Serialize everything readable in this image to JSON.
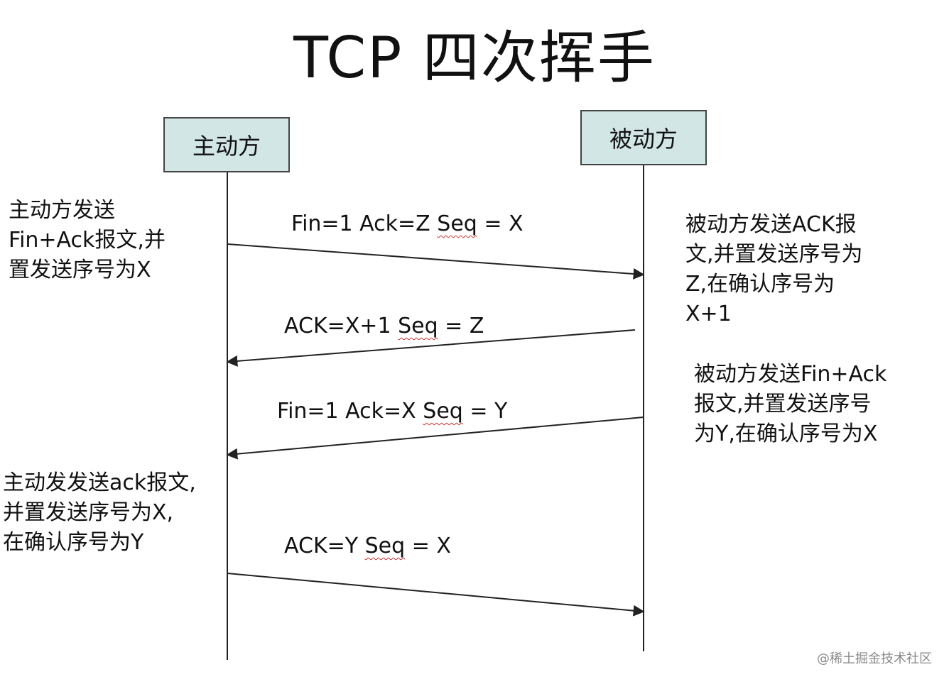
{
  "title": "TCP 四次挥手",
  "participants": {
    "active": "主动方",
    "passive": "被动方"
  },
  "messages": [
    {
      "pre": "Fin=1 Ack=Z ",
      "seq_word": "Seq",
      "post": " = X",
      "direction": "active-to-passive"
    },
    {
      "pre": "ACK=X+1 ",
      "seq_word": "Seq",
      "post": " = Z",
      "direction": "passive-to-active"
    },
    {
      "pre": "Fin=1 Ack=X ",
      "seq_word": "Seq",
      "post": " = Y",
      "direction": "passive-to-active"
    },
    {
      "pre": "ACK=Y ",
      "seq_word": "Seq",
      "post": " = X",
      "direction": "active-to-passive"
    }
  ],
  "notes": {
    "active_1": [
      "主动方发送",
      "Fin+Ack报文,并",
      "置发送序号为X"
    ],
    "passive_1": [
      "被动方发送ACK报",
      "文,并置发送序号为",
      "Z,在确认序号为",
      "X+1"
    ],
    "passive_2": [
      "被动方发送Fin+Ack",
      "报文,并置发送序号",
      "为Y,在确认序号为X"
    ],
    "active_2": [
      "主动发发送ack报文,",
      "并置发送序号为X,",
      "在确认序号为Y"
    ]
  },
  "watermark": "@稀土掘金技术社区",
  "colors": {
    "box_fill": "#d2e6e6",
    "line": "#222222",
    "squiggle": "#c83232"
  }
}
